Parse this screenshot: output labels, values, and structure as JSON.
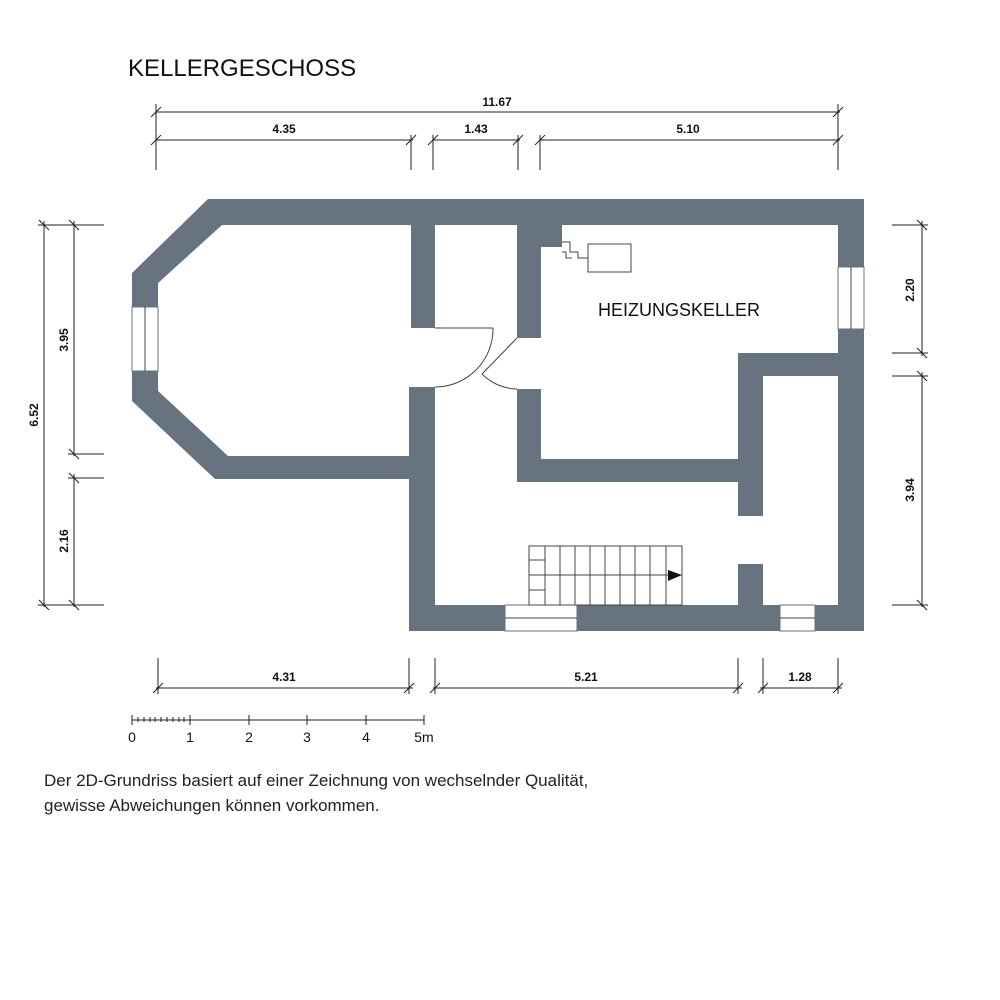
{
  "title": "KELLERGESCHOSS",
  "room_label": "HEIZUNGSKELLER",
  "dimensions": {
    "top_total": "11.67",
    "top_1": "4.35",
    "top_2": "1.43",
    "top_3": "5.10",
    "left_total": "6.52",
    "left_1": "3.95",
    "left_2": "2.16",
    "right_1": "2.20",
    "right_2": "3.94",
    "bottom_1": "4.31",
    "bottom_2": "5.21",
    "bottom_3": "1.28"
  },
  "scale_bar": {
    "labels": [
      "0",
      "1",
      "2",
      "3",
      "4",
      "5m"
    ]
  },
  "note": {
    "line1": "Der 2D-Grundriss basiert auf einer Zeichnung von wechselnder Qualität,",
    "line2": "gewisse Abweichungen können vorkommen."
  },
  "colors": {
    "wall": "#687380",
    "line": "#222222"
  }
}
